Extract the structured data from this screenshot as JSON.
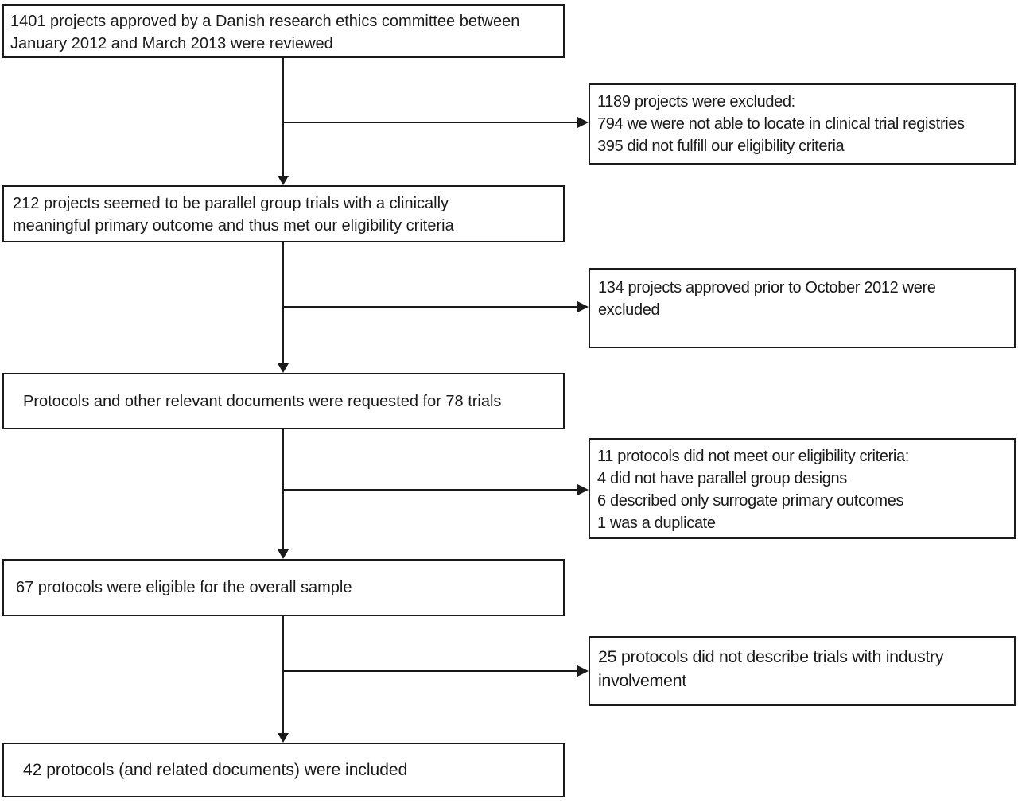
{
  "diagram": {
    "type": "flowchart",
    "colors": {
      "background": "#ffffff",
      "box_border": "#1a1a1a",
      "text": "#1a1a1a",
      "arrow": "#1a1a1a"
    },
    "main_flow": [
      {
        "id": "projects-reviewed-1401",
        "lines": [
          "1401 projects approved by a Danish research ethics committee between",
          "January 2012 and March 2013 were reviewed"
        ]
      },
      {
        "id": "projects-eligible-212",
        "lines": [
          "212 projects seemed to be parallel group trials with a clinically",
          "meaningful primary outcome and thus met our eligibility criteria"
        ]
      },
      {
        "id": "protocols-requested-78",
        "lines": [
          "Protocols and other relevant documents were requested for 78 trials"
        ]
      },
      {
        "id": "protocols-eligible-67",
        "lines": [
          "67 protocols were eligible for the overall sample"
        ]
      },
      {
        "id": "protocols-included-42",
        "lines": [
          "42 protocols (and related documents) were included"
        ]
      }
    ],
    "exclusions": [
      {
        "id": "projects-excluded-1189",
        "lines": [
          "1189 projects were excluded:",
          "794 we were not able to locate in clinical trial registries",
          "395 did not fulfill our eligibility criteria"
        ]
      },
      {
        "id": "projects-excluded-134",
        "lines": [
          "134 projects approved prior to October 2012 were",
          "excluded"
        ]
      },
      {
        "id": "protocols-excluded-11",
        "lines": [
          "11 protocols did not meet our eligibility criteria:",
          "4 did not have parallel group designs",
          "6 described only surrogate primary outcomes",
          "1 was a duplicate"
        ]
      },
      {
        "id": "protocols-excluded-25",
        "lines": [
          "25 protocols did not describe trials with industry",
          "involvement"
        ]
      }
    ]
  }
}
